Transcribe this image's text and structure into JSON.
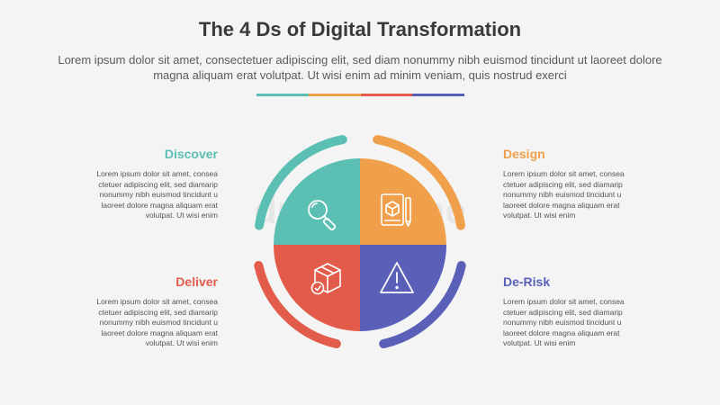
{
  "title": "The 4 Ds of Digital Transformation",
  "subtitle": "Lorem ipsum dolor sit amet, consectetuer adipiscing elit, sed diam nonummy nibh euismod tincidunt ut laoreet dolore magna aliquam erat volutpat. Ut wisi enim ad minim veniam, quis nostrud exerci",
  "watermark": "dreamstime",
  "colors": {
    "teal": "#5bbfb4",
    "orange": "#f0a04b",
    "red": "#e25b4b",
    "indigo": "#5a5fb8"
  },
  "sections": [
    {
      "key": "discover",
      "heading": "Discover",
      "body": "Lorem ipsum dolor sit amet, consea\nctetuer adipiscing elit, sed diamarip\nnonummy nibh euismod tincidunt u\nlaoreet dolore magna aliquam erat\nvolutpat. Ut wisi enim",
      "icon": "magnifier-icon",
      "color": "#5bbfb4"
    },
    {
      "key": "design",
      "heading": "Design",
      "body": "Lorem ipsum dolor sit amet, consea\nctetuer adipiscing elit, sed diamarip\nnonummy nibh euismod tincidunt u\nlaoreet dolore magna aliquam erat\nvolutpat. Ut wisi enim",
      "icon": "blueprint-cube-icon",
      "color": "#f0a04b"
    },
    {
      "key": "deliver",
      "heading": "Deliver",
      "body": "Lorem ipsum dolor sit amet, consea\nctetuer adipiscing elit, sed diamarip\nnonummy nibh euismod tincidunt u\nlaoreet dolore magna aliquam erat\nvolutpat. Ut wisi enim",
      "icon": "package-check-icon",
      "color": "#e25b4b"
    },
    {
      "key": "derisk",
      "heading": "De-Risk",
      "body": "Lorem ipsum dolor sit amet, consea\nctetuer adipiscing elit, sed diamarip\nnonummy nibh euismod tincidunt u\nlaoreet dolore magna aliquam erat\nvolutpat. Ut wisi enim",
      "icon": "warning-triangle-icon",
      "color": "#5a5fb8"
    }
  ]
}
